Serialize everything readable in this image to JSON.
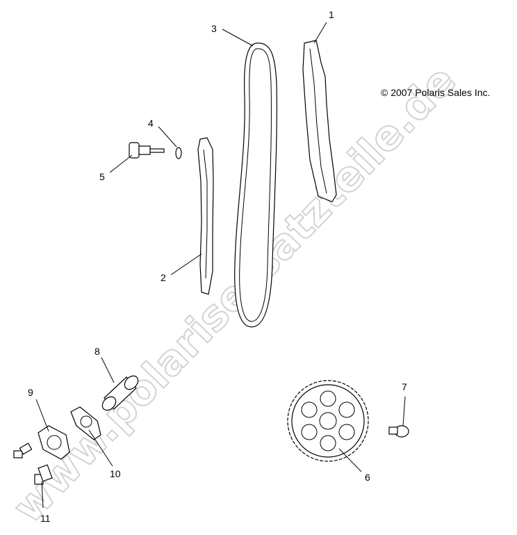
{
  "copyright": "© 2007 Polaris Sales Inc.",
  "watermark": "www.polarisersatzteile.de",
  "callouts": {
    "c1": "1",
    "c2": "2",
    "c3": "3",
    "c4": "4",
    "c5": "5",
    "c6": "6",
    "c7": "7",
    "c8": "8",
    "c9": "9",
    "c10": "10",
    "c11": "11"
  },
  "parts": [
    {
      "ref": "1",
      "icon": "chain-guide-icon"
    },
    {
      "ref": "2",
      "icon": "chain-tensioner-blade-icon"
    },
    {
      "ref": "3",
      "icon": "cam-chain-icon"
    },
    {
      "ref": "4",
      "icon": "o-ring-icon"
    },
    {
      "ref": "5",
      "icon": "pivot-bolt-icon"
    },
    {
      "ref": "6",
      "icon": "sprocket-icon"
    },
    {
      "ref": "7",
      "icon": "bolt-icon"
    },
    {
      "ref": "8",
      "icon": "tensioner-plunger-icon"
    },
    {
      "ref": "9",
      "icon": "tensioner-housing-icon"
    },
    {
      "ref": "10",
      "icon": "gasket-icon"
    },
    {
      "ref": "11",
      "icon": "bolt-icon"
    }
  ]
}
